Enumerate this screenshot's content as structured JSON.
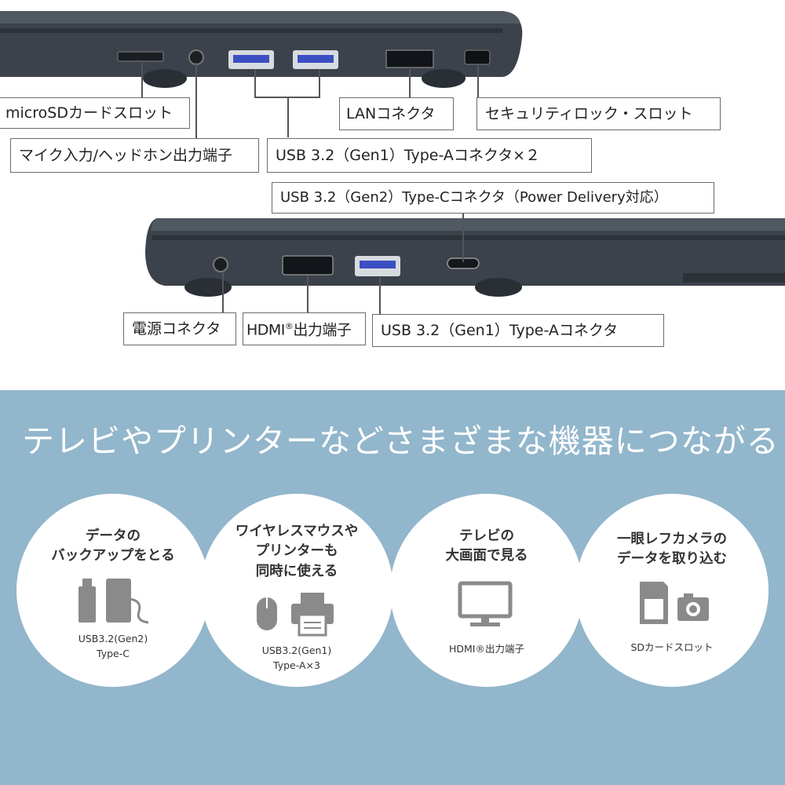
{
  "ports": {
    "top_labels": {
      "microsd": "microSDカードスロット",
      "mic": "マイク入力/ヘッドホン出力端子",
      "usb_a2": "USB 3.2（Gen1）Type-Aコネクタ×２",
      "lan": "LANコネクタ",
      "security": "セキュリティロック・スロット"
    },
    "bottom_labels": {
      "usb_c": "USB 3.2（Gen2）Type-Cコネクタ（Power Delivery対応）",
      "power": "電源コネクタ",
      "hdmi_text": "HDMI",
      "hdmi_reg": "®",
      "hdmi_suffix": "出力端子",
      "usb_a1": "USB 3.2（Gen1）Type-Aコネクタ"
    }
  },
  "headline": "テレビやプリンターなどさまざまな機器につながる",
  "features": [
    {
      "title": "データの\nバックアップをとる",
      "icon": "usb-drive-and-hdd-icon",
      "sub": "USB3.2(Gen2)\nType-C"
    },
    {
      "title": "ワイヤレスマウスや\nプリンターも\n同時に使える",
      "icon": "mouse-and-printer-icon",
      "sub": "USB3.2(Gen1)\nType-A×3"
    },
    {
      "title": "テレビの\n大画面で見る",
      "icon": "monitor-icon",
      "sub": "HDMI®出力端子"
    },
    {
      "title": "一眼レフカメラの\nデータを取り込む",
      "icon": "sd-card-and-camera-icon",
      "sub": "SDカードスロット"
    }
  ],
  "colors": {
    "accent_bg": "#92b6cb",
    "laptop_body": "#3b424b",
    "icon_gray": "#8a8a8a"
  }
}
